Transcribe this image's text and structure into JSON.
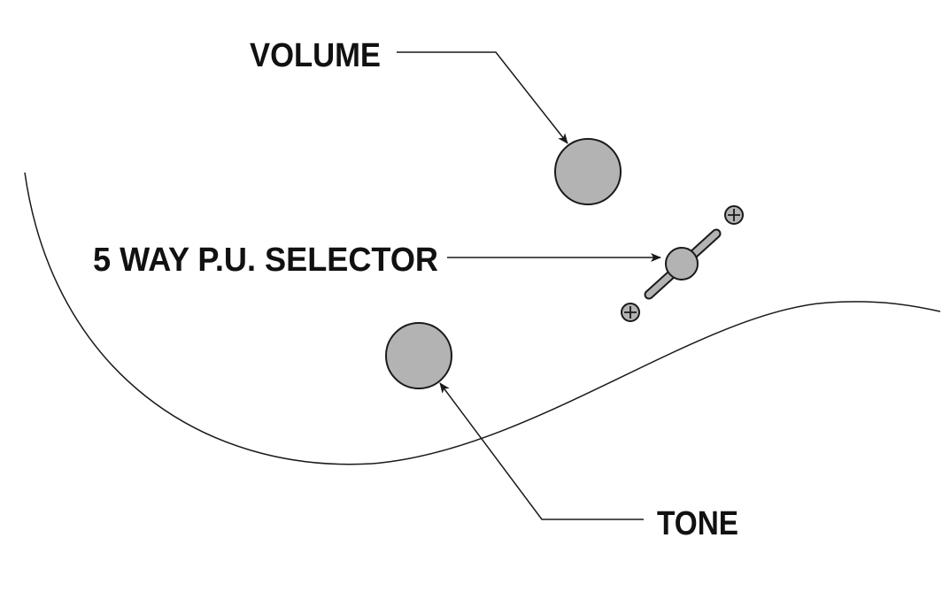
{
  "labels": {
    "volume": "VOLUME",
    "selector": "5 WAY P.U. SELECTOR",
    "tone": "TONE"
  },
  "colors": {
    "knob_fill": "#b3b3b3",
    "stroke": "#1a1a1a",
    "background": "#ffffff"
  }
}
